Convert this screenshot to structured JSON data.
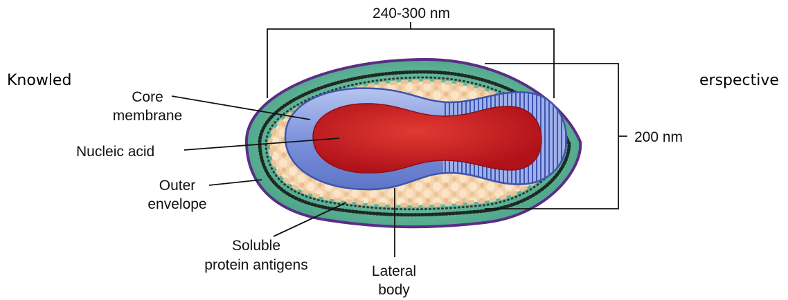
{
  "doc_text": {
    "left_fragment": "Knowled",
    "right_fragment": "erspective"
  },
  "dimensions": {
    "width_label": "240-300 nm",
    "height_label": "200 nm"
  },
  "labels": {
    "core_membrane": [
      "Core",
      "membrane"
    ],
    "nucleic_acid": "Nucleic acid",
    "outer_envelope": [
      "Outer",
      "envelope"
    ],
    "soluble_protein_antigens": [
      "Soluble",
      "protein antigens"
    ],
    "lateral_body": [
      "Lateral",
      "body"
    ]
  },
  "colors": {
    "outer_envelope_rim": "#5b2d86",
    "outer_fill": "#5fb89a",
    "lateral_body": "#f2d2a8",
    "core_membrane": "#7f95d8",
    "nucleic_acid": "#d41e1e"
  }
}
